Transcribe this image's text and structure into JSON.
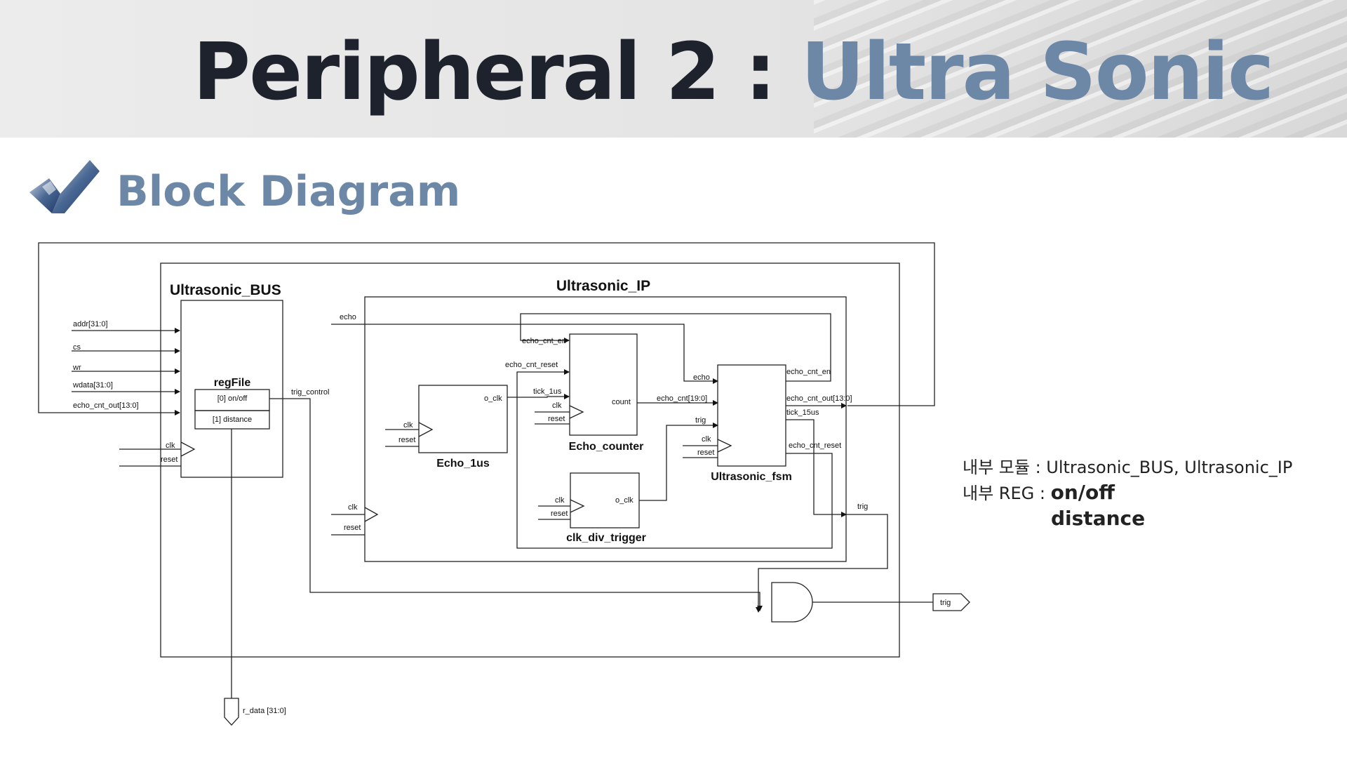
{
  "slide": {
    "title_dark": "Peripheral  2 : ",
    "title_light": "Ultra Sonic",
    "subtitle": "Block Diagram",
    "notes": {
      "line1": "내부 모듈 : Ultrasonic_BUS, Ultrasonic_IP",
      "line2_prefix": "내부 REG :  ",
      "line2_bold": "on/off",
      "line3_bold": "distance"
    }
  },
  "diagram": {
    "bus_title": "Ultrasonic_BUS",
    "ip_title": "Ultrasonic_IP",
    "regfile": {
      "title": "regFile",
      "reg0": "[0] on/off",
      "reg1": "[1] distance"
    },
    "inputs": {
      "addr": "addr[31:0]",
      "cs": "cs",
      "wr": "wr",
      "wdata": "wdata[31:0]",
      "echo_cnt_out": "echo_cnt_out[13:0]",
      "clk": "clk",
      "reset": "reset"
    },
    "trig_control": "trig_control",
    "echo": "echo",
    "echo_1us": {
      "title": "Echo_1us",
      "o_clk": "o_clk",
      "clk": "clk",
      "reset": "reset"
    },
    "echo_counter": {
      "title": "Echo_counter",
      "echo_cnt_en": "echo_cnt_en",
      "echo_cnt_reset": "echo_cnt_reset",
      "tick_1us": "tick_1us",
      "clk": "clk",
      "reset": "reset",
      "count": "count"
    },
    "fsm": {
      "title": "Ultrasonic_fsm",
      "echo": "echo",
      "echo_cnt": "echo_cnt[19:0]",
      "trig": "trig",
      "clk": "clk",
      "reset": "reset",
      "echo_cnt_en": "echo_cnt_en",
      "echo_cnt_out": "echo_cnt_out[13:0]",
      "tick_15us": "tick_15us",
      "echo_cnt_reset": "echo_cnt_reset"
    },
    "clk_div": {
      "title": "clk_div_trigger",
      "clk": "clk",
      "reset": "reset",
      "o_clk": "o_clk"
    },
    "ip_clk": "clk",
    "ip_reset": "reset",
    "trig_out_label": "trig",
    "trig_port": "trig",
    "rdata_port": "r_data [31:0]"
  }
}
